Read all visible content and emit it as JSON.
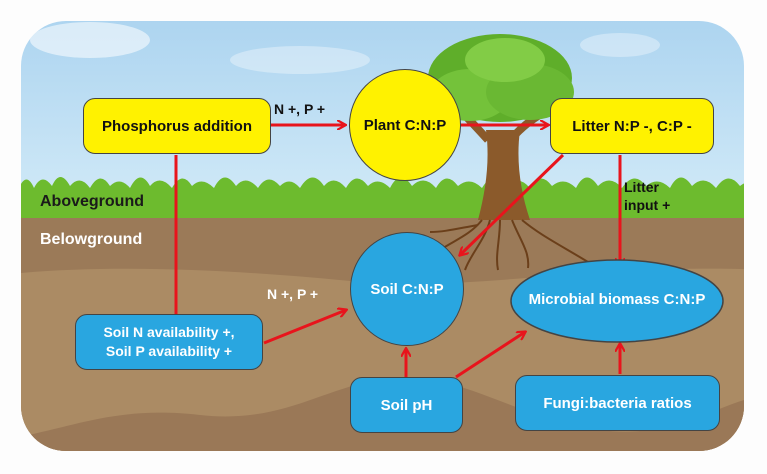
{
  "colors": {
    "sky": "#b3d8f0",
    "grass": "#6dbb2e",
    "soil_top": "#9b7a58",
    "soil_mid": "#ab8b64",
    "yellow_node": "#fff200",
    "blue_node": "#29a6e0",
    "arrow": "#e8141c"
  },
  "zones": {
    "aboveground": "Aboveground",
    "belowground": "Belowground"
  },
  "nodes": {
    "phosphorus_addition": "Phosphorus addition",
    "plant_cnp": "Plant C:N:P",
    "litter_np_cp": "Litter N:P -, C:P -",
    "soil_cnp": "Soil C:N:P",
    "microbial_biomass_cnp": "Microbial biomass C:N:P",
    "soil_availability_line1": "Soil N availability +,",
    "soil_availability_line2": "Soil P availability +",
    "soil_ph": "Soil pH",
    "fungi_bacteria": "Fungi:bacteria ratios"
  },
  "edge_labels": {
    "phosphorus_to_plant": "N +, P +",
    "availability_to_soil": "N +, P +",
    "litter_input_line1": "Litter",
    "litter_input_line2": "input +"
  }
}
